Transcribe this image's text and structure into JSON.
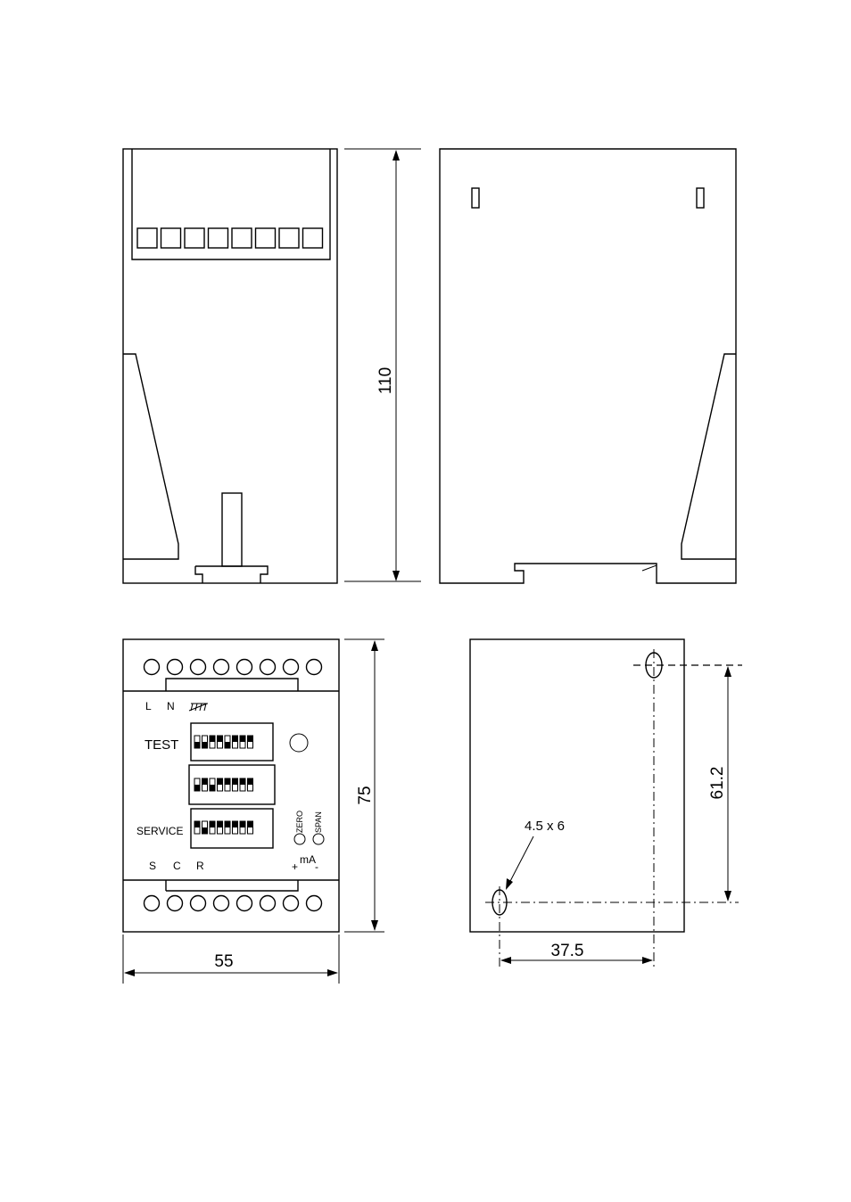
{
  "dimensions": {
    "height_side": "110",
    "height_front": "75",
    "width_front": "55",
    "hole_spacing_v": "61.2",
    "hole_spacing_h": "37.5",
    "hole_size": "4.5 x 6"
  },
  "front_panel": {
    "terminal_top_labels": [
      "L",
      "N"
    ],
    "ground_symbol": "ground-icon",
    "test_label": "TEST",
    "service_label": "SERVICE",
    "zero_label": "ZERO",
    "span_label": "SPAN",
    "bottom_labels": [
      "S",
      "C",
      "R"
    ],
    "ma_label": "mA",
    "plus_label": "+",
    "minus_label": "-",
    "dip_switch_test": [
      0,
      0,
      1,
      1,
      0,
      1,
      1,
      1
    ],
    "dip_switch_middle": [
      0,
      1,
      0,
      1,
      1,
      1,
      1,
      1
    ],
    "dip_switch_service": [
      1,
      0,
      1,
      1,
      1,
      1,
      1,
      1
    ]
  }
}
